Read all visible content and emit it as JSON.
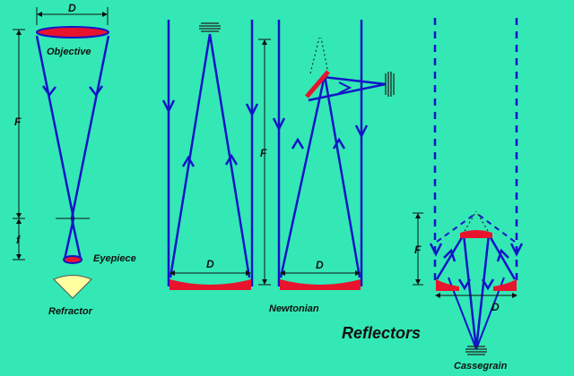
{
  "diagram": {
    "colors": {
      "background": "#33e8b4",
      "ray": "#1414c8",
      "optic": "#e8132d",
      "eyepiece_cone": "#ffffa0",
      "dimension": "#111111"
    },
    "labels": {
      "refractor_D": "D",
      "objective": "Objective",
      "refractor_F": "F",
      "refractor_f": "f",
      "eyepiece": "Eyepiece",
      "refractor": "Refractor",
      "newtonian_F": "F",
      "newtonian_D_left": "D",
      "newtonian_D_right": "D",
      "newtonian": "Newtonian",
      "reflectors": "Reflectors",
      "cassegrain_F": "F",
      "cassegrain_D": "D",
      "cassegrain": "Cassegrain"
    }
  }
}
